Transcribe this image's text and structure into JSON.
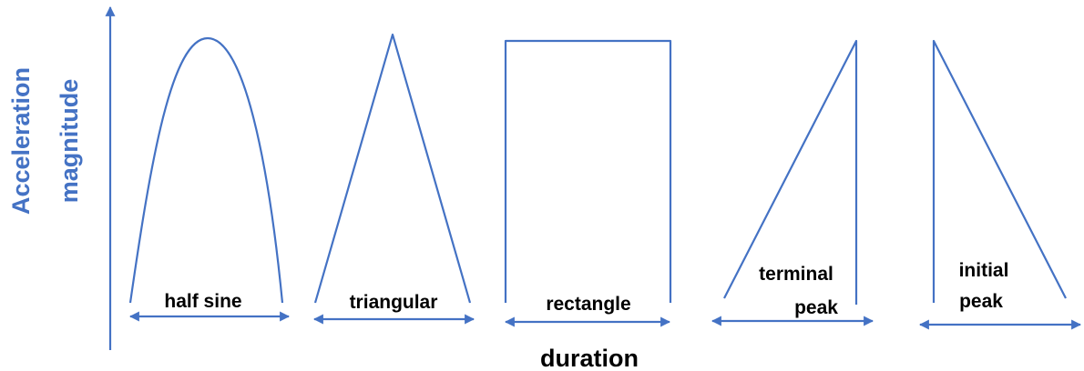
{
  "diagram": {
    "y_axis_label_line1": "Acceleration",
    "y_axis_label_line2": "magnitude",
    "x_axis_label": "duration",
    "color": "#4472c4",
    "pulses": [
      {
        "label": "half sine"
      },
      {
        "label": "triangular"
      },
      {
        "label": "rectangle"
      },
      {
        "label_line1": "terminal",
        "label_line2": "peak"
      },
      {
        "label_line1": "initial",
        "label_line2": "peak"
      }
    ]
  }
}
